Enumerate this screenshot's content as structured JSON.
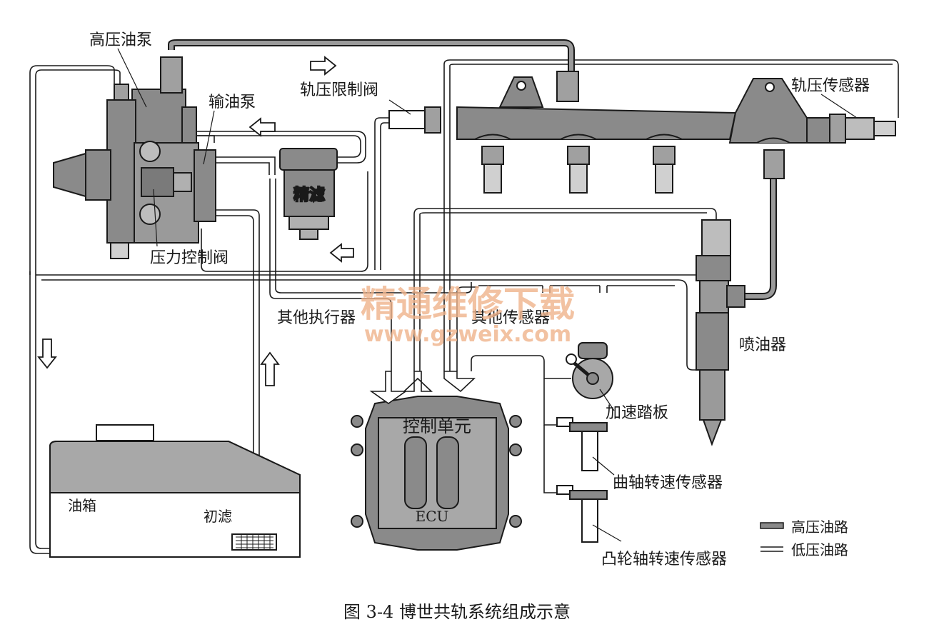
{
  "labels": {
    "high_pump": "高压油泵",
    "feed_pump": "输油泵",
    "fine_filter": "精滤",
    "pressure_valve": "压力控制阀",
    "rail_limit_valve": "轨压限制阀",
    "rail_sensor": "轨压传感器",
    "other_actuators": "其他执行器",
    "other_sensors": "其他传感器",
    "injector": "喷油器",
    "accel_pedal": "加速踏板",
    "crank_sensor": "曲轴转速传感器",
    "cam_sensor": "凸轮轴转速传感器",
    "fuel_tank": "油箱",
    "coarse_filter": "初滤",
    "ecu_title": "控制单元",
    "ecu_sub": "ECU"
  },
  "legend": {
    "high": "高压油路",
    "low": "低压油路"
  },
  "caption": "图 3-4   博世共轨系统组成示意",
  "watermark": {
    "line1": "精通维修下载",
    "line2": "www.gzweix.com"
  },
  "colors": {
    "component_fill": "#8a8a8a",
    "tank_fill": "#a8a8a8",
    "line": "#1a1a1a",
    "watermark": "#f0b48c"
  }
}
